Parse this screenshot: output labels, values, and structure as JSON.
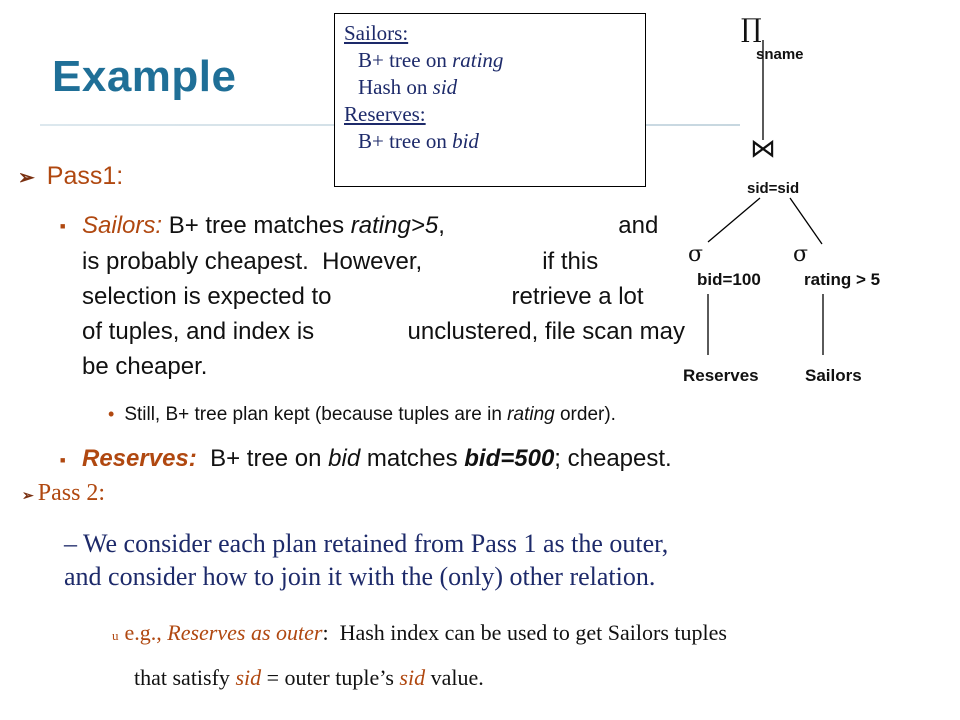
{
  "slide": {
    "title": "Example"
  },
  "info_box": {
    "sailors_label": "Sailors:",
    "sailors_line1_prefix": "B+ tree on ",
    "sailors_line1_attr": "rating",
    "sailors_line2_prefix": "Hash on ",
    "sailors_line2_attr": "sid",
    "reserves_label": "Reserves:",
    "reserves_line1_prefix": "B+ tree on ",
    "reserves_line1_attr": "bid"
  },
  "tree": {
    "projection_symbol": "∏",
    "projection_attr": "sname",
    "join_symbol": "⋈",
    "join_condition": "sid=sid",
    "left_select_symbol": "σ",
    "left_select_condition": "bid=100",
    "right_select_symbol": "σ",
    "right_select_condition": "rating > 5",
    "left_relation": "Reserves",
    "right_relation": "Sailors"
  },
  "pass1": {
    "heading": "Pass1:",
    "sailors_label": "Sailors:",
    "sailors_l1_text": " B+ tree matches ",
    "sailors_l1_attr": "rating",
    "sailors_l1_cond": ">5",
    "sailors_l1_tail": ",                          and",
    "sailors_l2": "is probably cheapest.  However,                  if this",
    "sailors_l3": "selection is expected to                           retrieve a lot",
    "sailors_l4": "of tuples, and index is              unclustered, file scan may",
    "sailors_l5": "be cheaper.",
    "sub_prefix": "Still, B+ tree plan kept (because tuples are in ",
    "sub_attr": "rating",
    "sub_suffix": " order).",
    "reserves_label": "Reserves:",
    "reserves_text1": "  B+ tree on ",
    "reserves_attr": "bid",
    "reserves_text2": " matches ",
    "reserves_cond": "bid=500",
    "reserves_text3": "; cheapest."
  },
  "pass2": {
    "heading": "Pass 2:",
    "line1": "– We consider each plan retained from Pass 1 as the outer,",
    "line2": "and consider how to join it with the (only) other relation.",
    "bullet_char": "u",
    "eg_prefix": "e.g., ",
    "eg_label": "Reserves as outer",
    "eg_text": ":  Hash index can be used to get Sailors tuples",
    "eg_l2_prefix": "that satisfy ",
    "eg_l2_attr1": "sid",
    "eg_l2_mid": " = outer tuple’s ",
    "eg_l2_attr2": "sid",
    "eg_l2_suffix": " value."
  },
  "colors": {
    "title": "#1f6f97",
    "accent": "#b04810",
    "box_text": "#1d2a6a"
  }
}
